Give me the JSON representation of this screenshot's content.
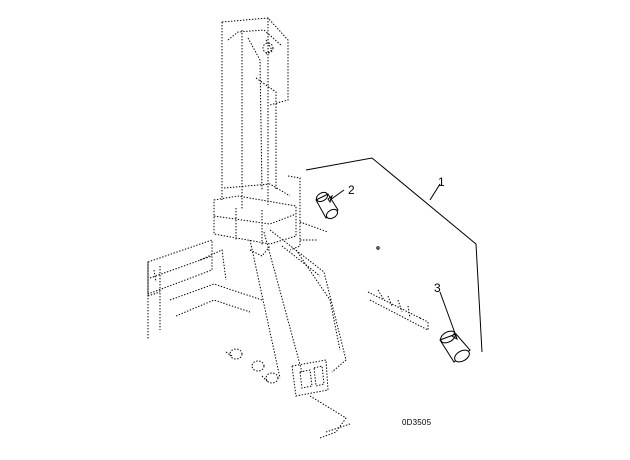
{
  "diagram": {
    "callouts": [
      {
        "id": "1",
        "label": "1"
      },
      {
        "id": "2",
        "label": "2"
      },
      {
        "id": "3",
        "label": "3"
      }
    ],
    "figure_code": "0D3505"
  }
}
